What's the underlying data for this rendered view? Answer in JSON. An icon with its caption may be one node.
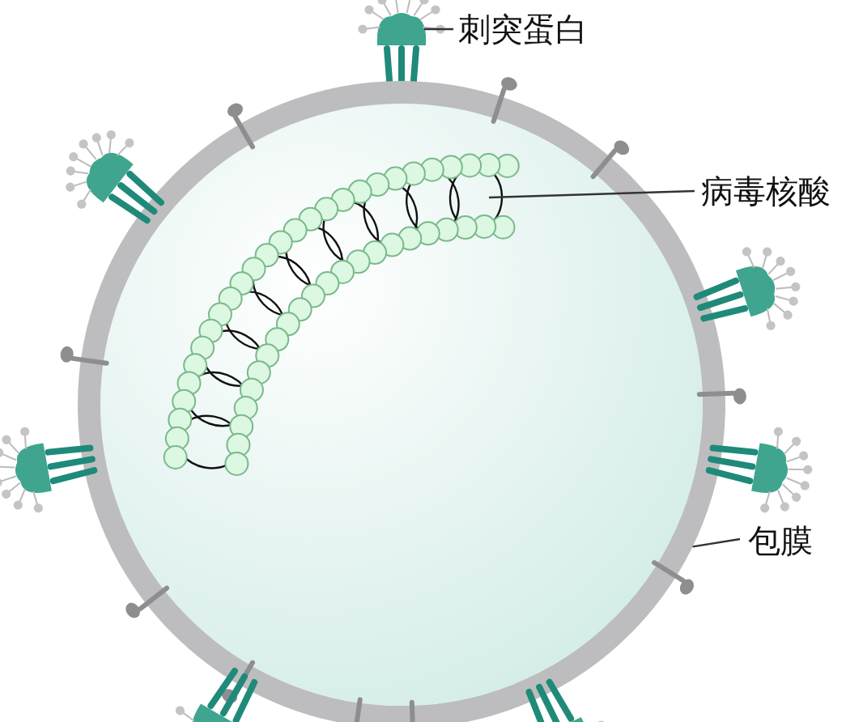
{
  "diagram": {
    "nodes": [
      {
        "text": [
          "刺突蛋白"
        ]
      },
      {
        "text": [],
        "shape": "picture"
      },
      {
        "text": [
          "病毒核酸"
        ]
      },
      {
        "text": [],
        "shape": "circle"
      },
      {
        "text": [],
        "shape": "picture",
        "in": 3
      },
      {
        "text": [
          "包膜"
        ]
      }
    ],
    "edges": [
      {
        "from": 0,
        "to": 1,
        "arrow": "none"
      },
      {
        "from": 2,
        "to": 4,
        "arrow": "none"
      },
      {
        "from": 5,
        "to": 3,
        "arrow": "none"
      }
    ]
  }
}
